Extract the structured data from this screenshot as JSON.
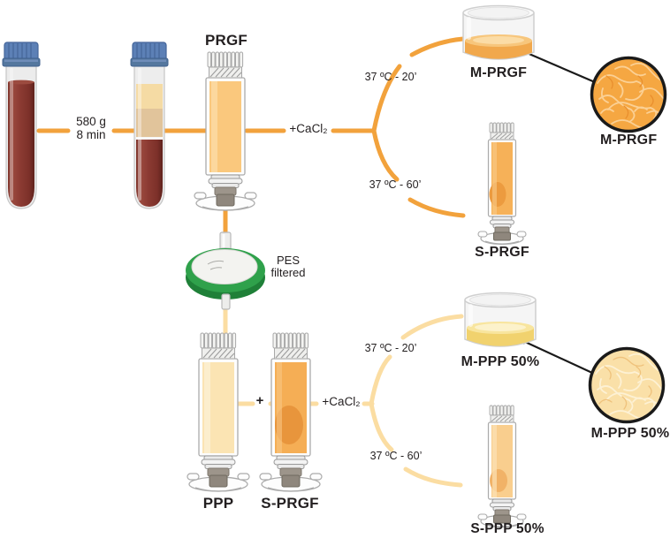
{
  "centrifugation": {
    "force": "580 g",
    "time": "8 min"
  },
  "top_flow": {
    "source": "PRGF",
    "additive": "+CaCl₂",
    "temp_short": "37 ºC - 20’",
    "temp_long": "37 ºC - 60’",
    "dish": "M-PRGF",
    "micro": "M-PRGF",
    "syringe": "S-PRGF"
  },
  "filter": {
    "line1": "PES",
    "line2": "filtered"
  },
  "bottom_flow": {
    "tube_a": "PPP",
    "tube_b": "S-PRGF",
    "plus": "+",
    "additive": "+CaCl₂",
    "temp_short": "37 ºC - 20’",
    "temp_long": "37 ºC - 60’",
    "dish": "M-PPP 50%",
    "micro": "M-PPP 50%",
    "syringe": "S-PPP 50%"
  },
  "colors": {
    "flow_orange": "#F2A23C",
    "flow_pale_yellow": "#FBDDA2",
    "prgf_liquid": "#FAC87D",
    "ppp_liquid": "#FBE4B3",
    "serum_liquid": "#F6B158",
    "clot_orange": "#EC9B3F",
    "blood_red": "#8C3B33",
    "cap_blue": "#5C80B6",
    "filter_green": "#2FA14B",
    "micro_prgf_fill": "#F5A742",
    "micro_ppp_fill": "#FAE0A8",
    "pointer_black": "#1A1A1A"
  }
}
